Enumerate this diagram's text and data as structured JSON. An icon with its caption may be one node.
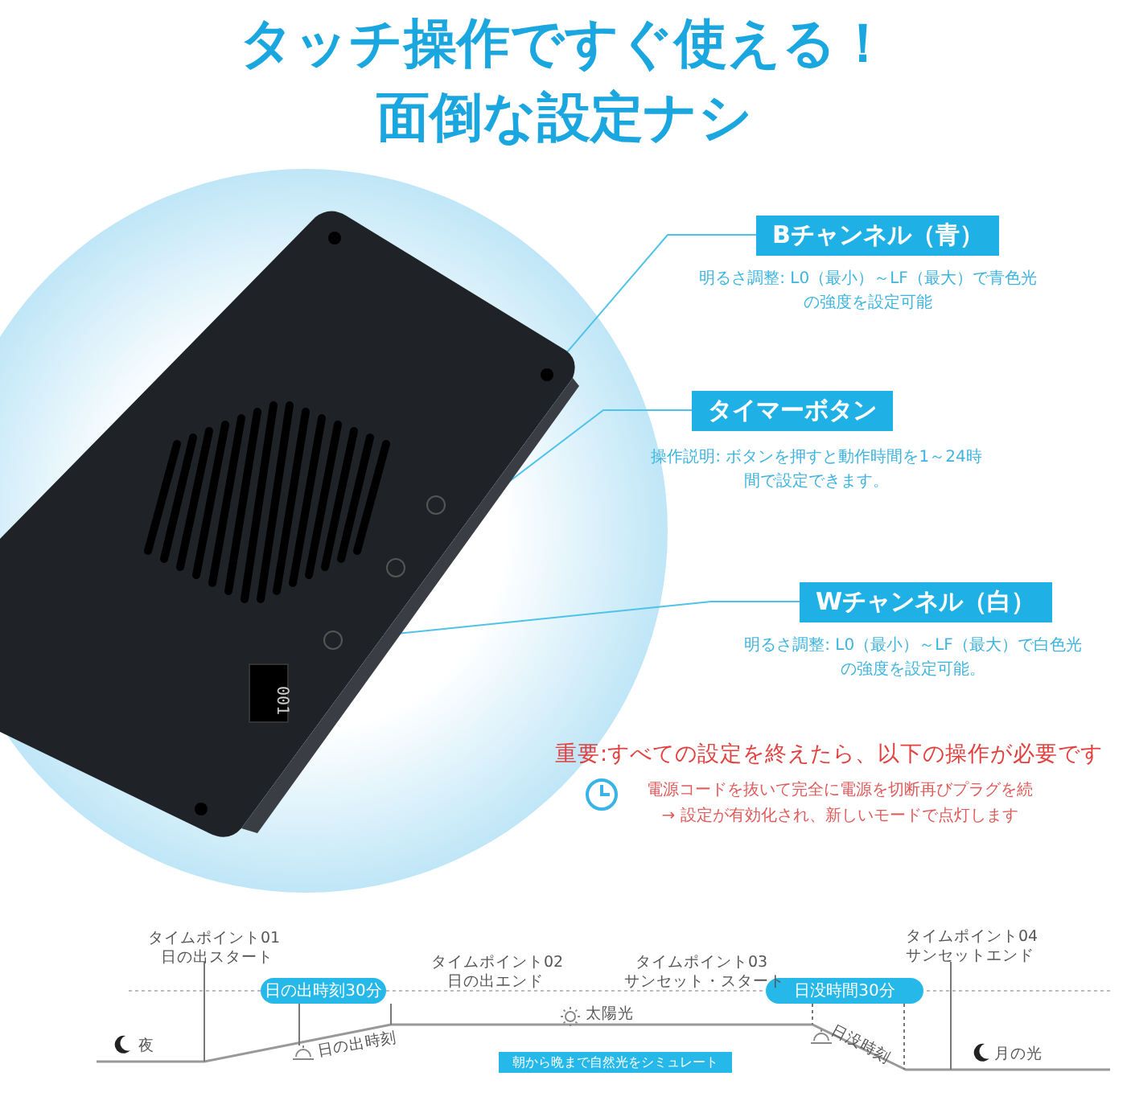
{
  "diagram": {
    "title": "タッチ操作ですぐ使える！面倒な設定ナシ",
    "nodes": [
      {
        "text": [],
        "shape": "picture"
      },
      {
        "text": [],
        "shape": "circle",
        "in": 0
      },
      {
        "text": [],
        "shape": "circle",
        "in": 0
      },
      {
        "text": [],
        "shape": "circle",
        "in": 0
      },
      {
        "text": [
          "Bチャンネル（青）"
        ],
        "beside": [
          "明るさ調整: L0（最小）～LF（最大）で青色光の強度を設定可能"
        ]
      },
      {
        "text": [
          "タイマーボタン"
        ],
        "beside": [
          "操作説明: ボタンを押すと動作時間を1～24時間で設定できます。"
        ]
      },
      {
        "text": [
          "Wチャンネル（白）"
        ],
        "beside": [
          "明るさ調整: L0（最小）～LF（最大）で白色光の強度を設定可能。"
        ]
      },
      {
        "text": [
          "日の出時刻30分"
        ]
      },
      {
        "text": [
          "日没時間30分"
        ]
      },
      {
        "text": [
          "朝から晩まで自然光をシミュレート"
        ]
      }
    ],
    "edges": [
      {
        "from": 4,
        "to": 1,
        "arrow": "none"
      },
      {
        "from": 5,
        "to": 2,
        "arrow": "none"
      },
      {
        "from": 6,
        "to": 3,
        "arrow": "none"
      }
    ],
    "labels": [
      "001",
      "重要:すべての設定を終えたら、以下の操作が必要です",
      "電源コードを抜いて完全に電源を切断再びプラグを続 → 設定が有効化され、新しいモードで点灯します",
      "タイムポイント01",
      "日の出スタート",
      "タイムポイント04",
      "サンセットエンド",
      "タイムポイント02",
      "日の出エンド",
      "タイムポイント03",
      "サンセット・スタート",
      "太陽光",
      "夜",
      "日の出時刻",
      "月の光",
      "日没時刻"
    ]
  }
}
